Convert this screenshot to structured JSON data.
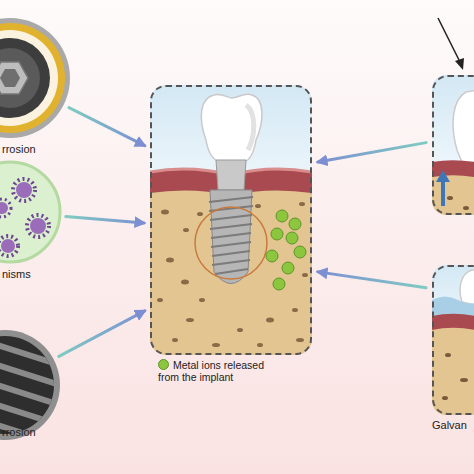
{
  "diagram": {
    "nodes": [
      {
        "text": [
          "rrosion"
        ]
      },
      {
        "text": [
          "nisms"
        ]
      },
      {
        "text": [
          "rrosion"
        ]
      },
      {
        "text": []
      },
      {
        "text": []
      },
      {
        "text": [
          "Galvan"
        ]
      }
    ],
    "edges": [
      {
        "from": 0,
        "to": 3,
        "arrow": "to"
      },
      {
        "from": 1,
        "to": 3,
        "arrow": "to"
      },
      {
        "from": 2,
        "to": 3,
        "arrow": "to"
      },
      {
        "from": 4,
        "to": 3,
        "arrow": "to"
      },
      {
        "from": 5,
        "to": 3,
        "arrow": "to"
      }
    ],
    "legend": [
      {
        "text": "Metal ions released from the implant",
        "color": "#8cc63f"
      }
    ]
  }
}
